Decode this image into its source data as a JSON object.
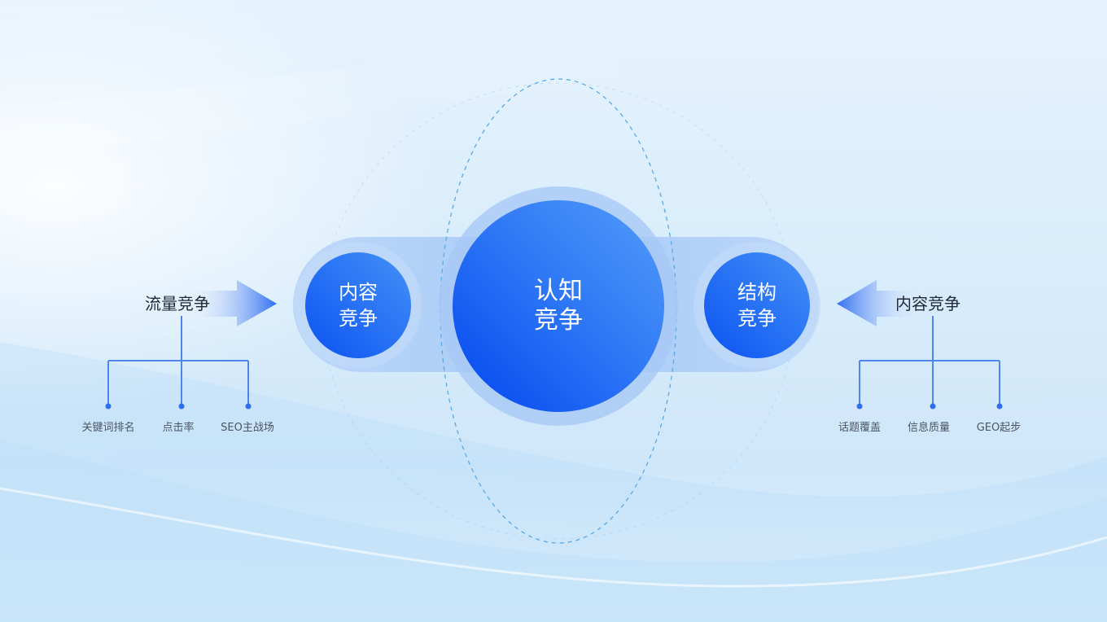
{
  "center": {
    "line1": "认知",
    "line2": "竞争"
  },
  "left_inner": {
    "line1": "内容",
    "line2": "竞争"
  },
  "right_inner": {
    "line1": "结构",
    "line2": "竞争"
  },
  "left_branch": {
    "title": "流量竞争",
    "leaves": [
      "关键词排名",
      "点击率",
      "SEO主战场"
    ]
  },
  "right_branch": {
    "title": "内容竞争",
    "leaves": [
      "话题覆盖",
      "信息质量",
      "GEO起步"
    ]
  },
  "colors": {
    "primary_blue": "#1f64f5",
    "deep_blue": "#0a52f0",
    "line_blue": "#4f86ee",
    "dashed_blue": "#5aa9e6",
    "band_blue": "#a9ccf7"
  }
}
